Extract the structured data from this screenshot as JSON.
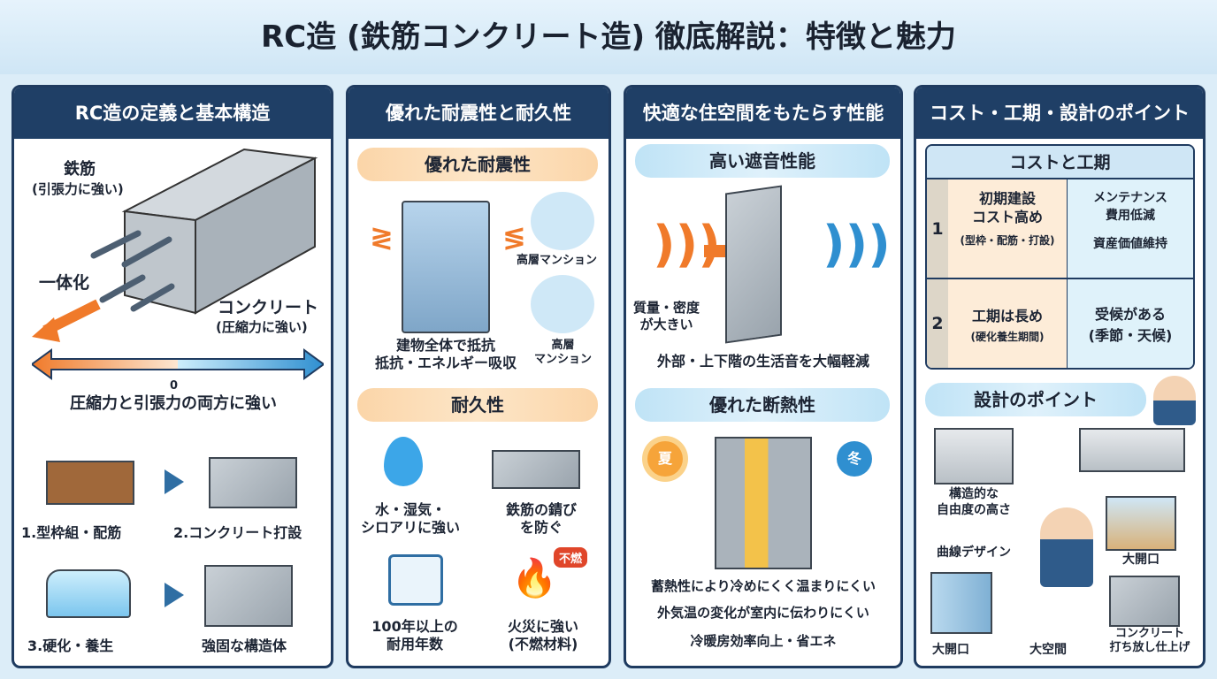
{
  "title": "RC造 (鉄筋コンクリート造) 徹底解説：特徴と魅力",
  "panel1": {
    "header": "RC造の定義と基本構造",
    "rebar": "鉄筋",
    "rebar_note": "(引張力に強い)",
    "unify": "一体化",
    "concrete": "コンクリート",
    "concrete_note": "(圧縮力に強い)",
    "axis_zero": "0",
    "caption": "圧縮力と引張力の両方に強い",
    "steps": [
      "1.型枠組・配筋",
      "2.コンクリート打設",
      "3.硬化・養生",
      "強固な構造体"
    ]
  },
  "panel2": {
    "header": "優れた耐震性と耐久性",
    "seismic_title": "優れた耐震性",
    "seismic_caption": "建物全体で抵抗\n抵抗・エネルギー吸収",
    "tower1": "高層マンション",
    "tower2": "高層\nマンション",
    "durability_title": "耐久性",
    "items": [
      "水・湿気・\nシロアリに強い",
      "鉄筋の錆び\nを防ぐ",
      "100年以上の\n耐用年数",
      "火災に強い\n(不燃材料)"
    ],
    "fireproof_badge": "不燃"
  },
  "panel3": {
    "header": "快適な住空間をもたらす性能",
    "sound_title": "高い遮音性能",
    "mass_label": "質量・密度\nが大きい",
    "sound_caption": "外部・上下階の生活音を大幅軽減",
    "insulation_title": "優れた断熱性",
    "summer": "夏",
    "winter": "冬",
    "lines": [
      "蓄熱性により冷めにくく温まりにくい",
      "外気温の変化が室内に伝わりにくい",
      "冷暖房効率向上・省エネ"
    ]
  },
  "panel4": {
    "header": "コスト・工期・設計のポイント",
    "table_title": "コストと工期",
    "rows": [
      {
        "num": "1",
        "left_main": "初期建設\nコスト高め",
        "left_note": "(型枠・配筋・打設)",
        "right": [
          "メンテナンス\n費用低減",
          "資産価値維持"
        ]
      },
      {
        "num": "2",
        "left_main": "工期は長め",
        "left_note": "(硬化養生期間)",
        "right": [
          "受候がある\n(季節・天候)"
        ]
      }
    ],
    "design_title": "設計のポイント",
    "design_labels": [
      "構造的な\n自由度の高さ",
      "曲線デザイン",
      "大開口",
      "大開口",
      "大空間",
      "コンクリート\n打ち放し仕上げ"
    ]
  },
  "colors": {
    "navy": "#1f3f66",
    "orange": "#f07a2a",
    "blue": "#2f8fd0"
  }
}
